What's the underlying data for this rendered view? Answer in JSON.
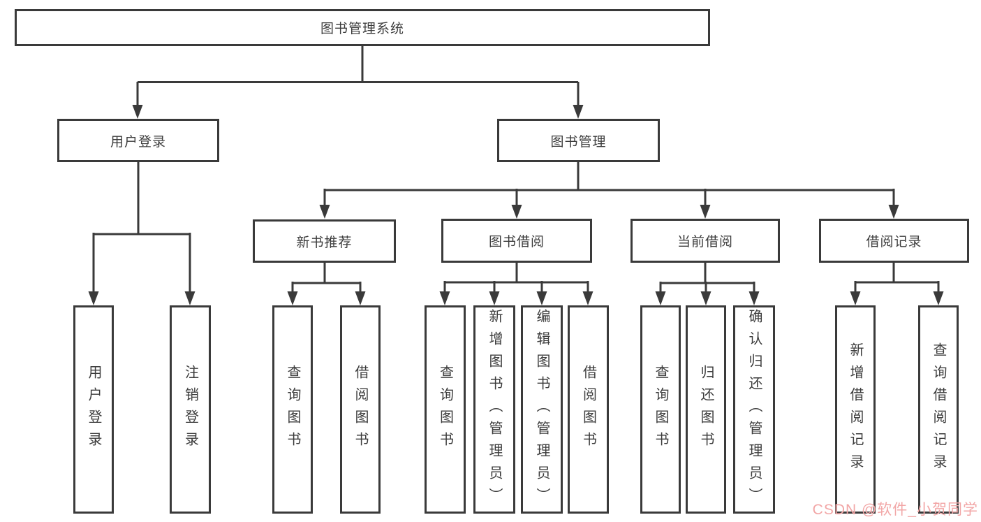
{
  "diagram": {
    "root": {
      "label": "图书管理系统"
    },
    "level2": [
      {
        "label": "用户登录"
      },
      {
        "label": "图书管理"
      }
    ],
    "level3": [
      {
        "label": "新书推荐"
      },
      {
        "label": "图书借阅"
      },
      {
        "label": "当前借阅"
      },
      {
        "label": "借阅记录"
      }
    ],
    "leaves": {
      "user_login": [
        {
          "label": "用户登录"
        },
        {
          "label": "注销登录"
        }
      ],
      "new_books": [
        {
          "label": "查询图书"
        },
        {
          "label": "借阅图书"
        }
      ],
      "book_borrow": [
        {
          "label": "查询图书"
        },
        {
          "label": "新增图书（管理员）"
        },
        {
          "label": "编辑图书（管理员）"
        },
        {
          "label": "借阅图书"
        }
      ],
      "current_borrow": [
        {
          "label": "查询图书"
        },
        {
          "label": "归还图书"
        },
        {
          "label": "确认归还（管理员）"
        }
      ],
      "borrow_records": [
        {
          "label": "新增借阅记录"
        },
        {
          "label": "查询借阅记录"
        }
      ]
    }
  },
  "watermark": {
    "text": "CSDN @软件_小贺同学"
  },
  "colors": {
    "line": "#3A3A3A",
    "text": "#3C3C3C",
    "box_fill": "#FFFFFF",
    "watermark": "#F2A6A6",
    "background": "#FFFFFF"
  }
}
